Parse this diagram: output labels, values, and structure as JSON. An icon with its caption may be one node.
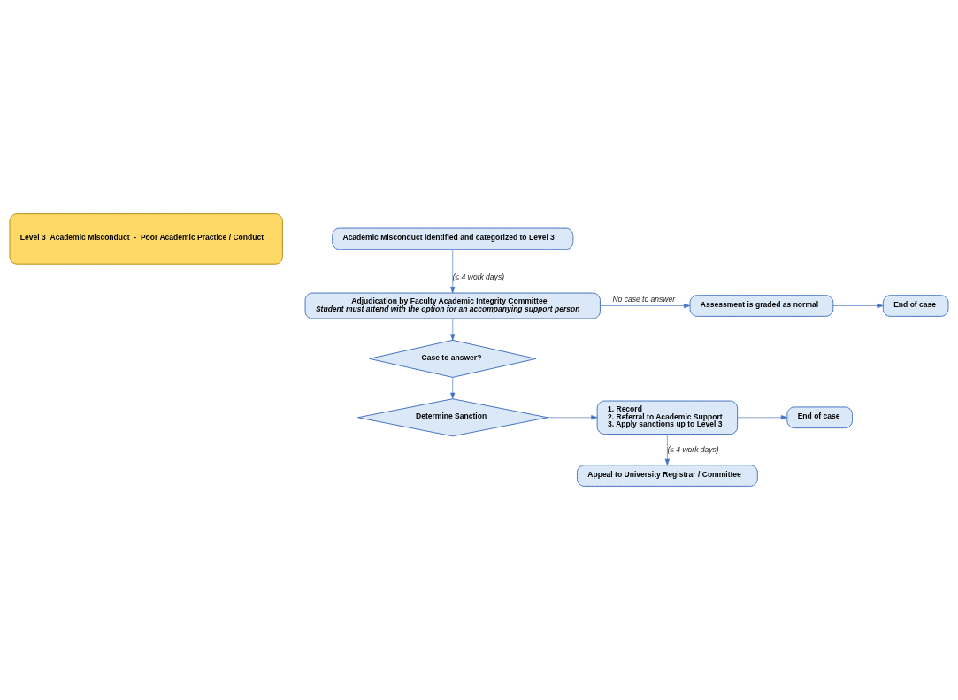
{
  "diagram": {
    "nodes": [
      {
        "text": [
          "Level 3  Academic Misconduct  -  Poor Academic Practice / Conduct"
        ]
      },
      {
        "text": [
          "Academic Misconduct identified and categorized to Level 3"
        ]
      },
      {
        "text": [
          "Adjudication by Faculty Academic Integrity Committee",
          "Student must attend with the option for an accompanying support person"
        ]
      },
      {
        "text": [
          "Assessment is graded as normal"
        ]
      },
      {
        "text": [
          "End of case"
        ]
      },
      {
        "text": [
          "Case to answer?"
        ]
      },
      {
        "text": [
          "Determine Sanction"
        ]
      },
      {
        "text": [
          "1. Record",
          "2. Referral to Academic Support",
          "3. Apply sanctions up to Level 3"
        ]
      },
      {
        "text": [
          "End of case"
        ]
      },
      {
        "text": [
          "Appeal to University Registrar / Committee"
        ]
      }
    ],
    "edges": [
      {
        "from": 1,
        "to": 2,
        "arrow": "to",
        "label": "(≤ 4 work days)"
      },
      {
        "from": 2,
        "to": 3,
        "arrow": "to",
        "label": "No case to answer"
      },
      {
        "from": 3,
        "to": 4,
        "arrow": "to"
      },
      {
        "from": 2,
        "to": 5,
        "arrow": "to"
      },
      {
        "from": 5,
        "to": 6,
        "arrow": "to"
      },
      {
        "from": 6,
        "to": 7,
        "arrow": "to"
      },
      {
        "from": 7,
        "to": 8,
        "arrow": "to"
      },
      {
        "from": 7,
        "to": 9,
        "arrow": "to",
        "label": "(≤ 4 work days)"
      }
    ]
  }
}
